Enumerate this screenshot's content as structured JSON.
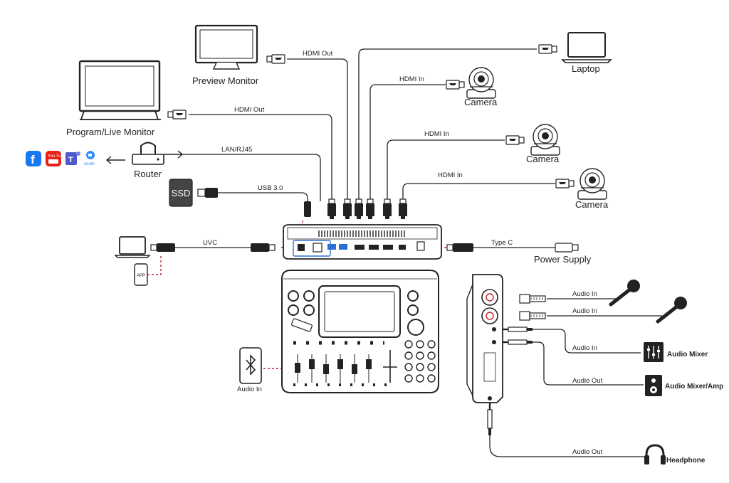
{
  "devices": {
    "preview_monitor": "Preview Monitor",
    "program_monitor": "Program/Live Monitor",
    "laptop": "Laptop",
    "camera": "Camera",
    "router": "Router",
    "power_supply": "Power Supply",
    "audio_mixer": "Audio Mixer",
    "audio_mixer_amp": "Audio Mixer/Amp",
    "headphone": "Headphone",
    "ssd": "SSD",
    "app": "APP"
  },
  "connections": {
    "hdmi_out": "HDMI Out",
    "hdmi_in": "HDMI In",
    "lan": "LAN/RJ45",
    "usb3": "USB 3.0",
    "uvc": "UVC",
    "type_c": "Type C",
    "audio_in": "Audio In",
    "audio_out": "Audio Out"
  },
  "social_icons": [
    "facebook-icon",
    "youtube-icon",
    "teams-icon",
    "zoom-icon"
  ],
  "social_text": {
    "youtube": "You Tube",
    "zoom": "zoom"
  },
  "colors": {
    "line": "#222222",
    "accent": "#c0262d",
    "port_blue": "#2b6fd6"
  }
}
